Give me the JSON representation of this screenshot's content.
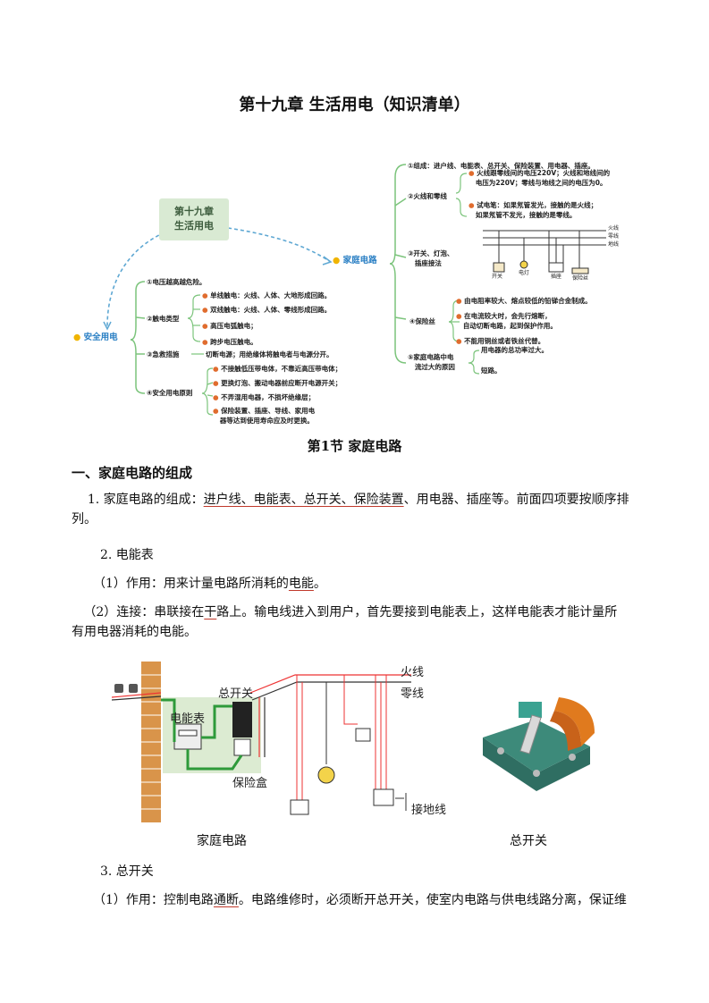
{
  "doc": {
    "title": "第十九章 生活用电（知识清单）",
    "section_title": "第1节 家庭电路",
    "heading1": "一、家庭电路的组成",
    "p1_prefix": "1. 家庭电路的组成：",
    "p1_underlined": "进户线、电能表、总开关、保险装置",
    "p1_rest_line1": "、用电器、插座等。前面四项要按顺序排",
    "p1_line2": "列。",
    "p2": "2. 电能表",
    "p2_1_prefix": "（1）作用：用来计量电路所消耗的",
    "p2_1_u": "电能",
    "p2_1_end": "。",
    "p2_2_prefix": "（2）连接：串联接在",
    "p2_2_u": "干",
    "p2_2_rest": "路上。输电线进入到用户，首先要接到电能表上，这样电能表才能计量所",
    "p2_2_line2": "有用电器消耗的电能。",
    "cap_left": "家庭电路",
    "cap_right": "总开关",
    "p3": "3. 总开关",
    "p3_1_prefix": "（1）作用：控制电路",
    "p3_1_u": "通断",
    "p3_1_rest": "。电路维修时，必须断开总开关，使室内电路与供电线路分离，保证维"
  },
  "mindmap": {
    "center": "第十九章\n生活用电",
    "branch_home": "家庭电路",
    "branch_safety": "安全用电",
    "home_items": {
      "i1": "①组成：进户线、电能表、总开关、保险装置、用电器、插座。",
      "i2_label": "②火线和零线",
      "i2_a1": "火线跟零线间的电压220V；火线和地线间的",
      "i2_a2": "电压为220V；零线与地线之间的电压为0。",
      "i2_b1": "试电笔：如果氖管发光，接触的是火线；",
      "i2_b2": "如果氖管不发光，接触的是零线。",
      "i3_label1": "③开关、灯泡、",
      "i3_label2": "插座接法",
      "i3_wires": [
        "火线",
        "零线",
        "地线"
      ],
      "i3_parts": [
        "开关",
        "电灯",
        "插座",
        "保险丝"
      ],
      "i4_label": "④保险丝",
      "i4_a": "由电阻率较大、熔点较低的铅锑合金制成。",
      "i4_b1": "在电流较大时，会先行熔断，",
      "i4_b2": "自动切断电路，起到保护作用。",
      "i4_c": "不能用铜丝或者铁丝代替。",
      "i5_label1": "⑤家庭电路中电",
      "i5_label2": "流过大的原因",
      "i5_a": "用电器的总功率过大。",
      "i5_b": "短路。"
    },
    "safety_items": {
      "s1": "①电压越高越危险。",
      "s2_label": "②触电类型",
      "s2_a": "单线触电：火线、人体、大地形成回路。",
      "s2_b": "双线触电：火线、人体、零线形成回路。",
      "s2_c": "高压电弧触电；",
      "s2_d": "跨步电压触电。",
      "s3_label": "③急救措施",
      "s3_a": "切断电源；用绝缘体将触电者与电源分开。",
      "s4_label": "④安全用电原则",
      "s4_a": "不接触低压带电体，不靠近高压带电体；",
      "s4_b": "更换灯泡、搬动电器前应断开电源开关；",
      "s4_c": "不弄湿用电器，不损坏绝缘层；",
      "s4_d1": "保险装置、插座、导线、家用电",
      "s4_d2": "器等达到使用寿命应及时更换。"
    }
  },
  "diagram": {
    "live_wire": "火线",
    "neutral_wire": "零线",
    "main_switch": "总开关",
    "meter": "电能表",
    "fuse_box": "保险盒",
    "ground": "接地线"
  },
  "colors": {
    "accent_blue": "#2a7fc4",
    "mm_green": "#d9ead3",
    "underline_red": "#c0392b"
  }
}
